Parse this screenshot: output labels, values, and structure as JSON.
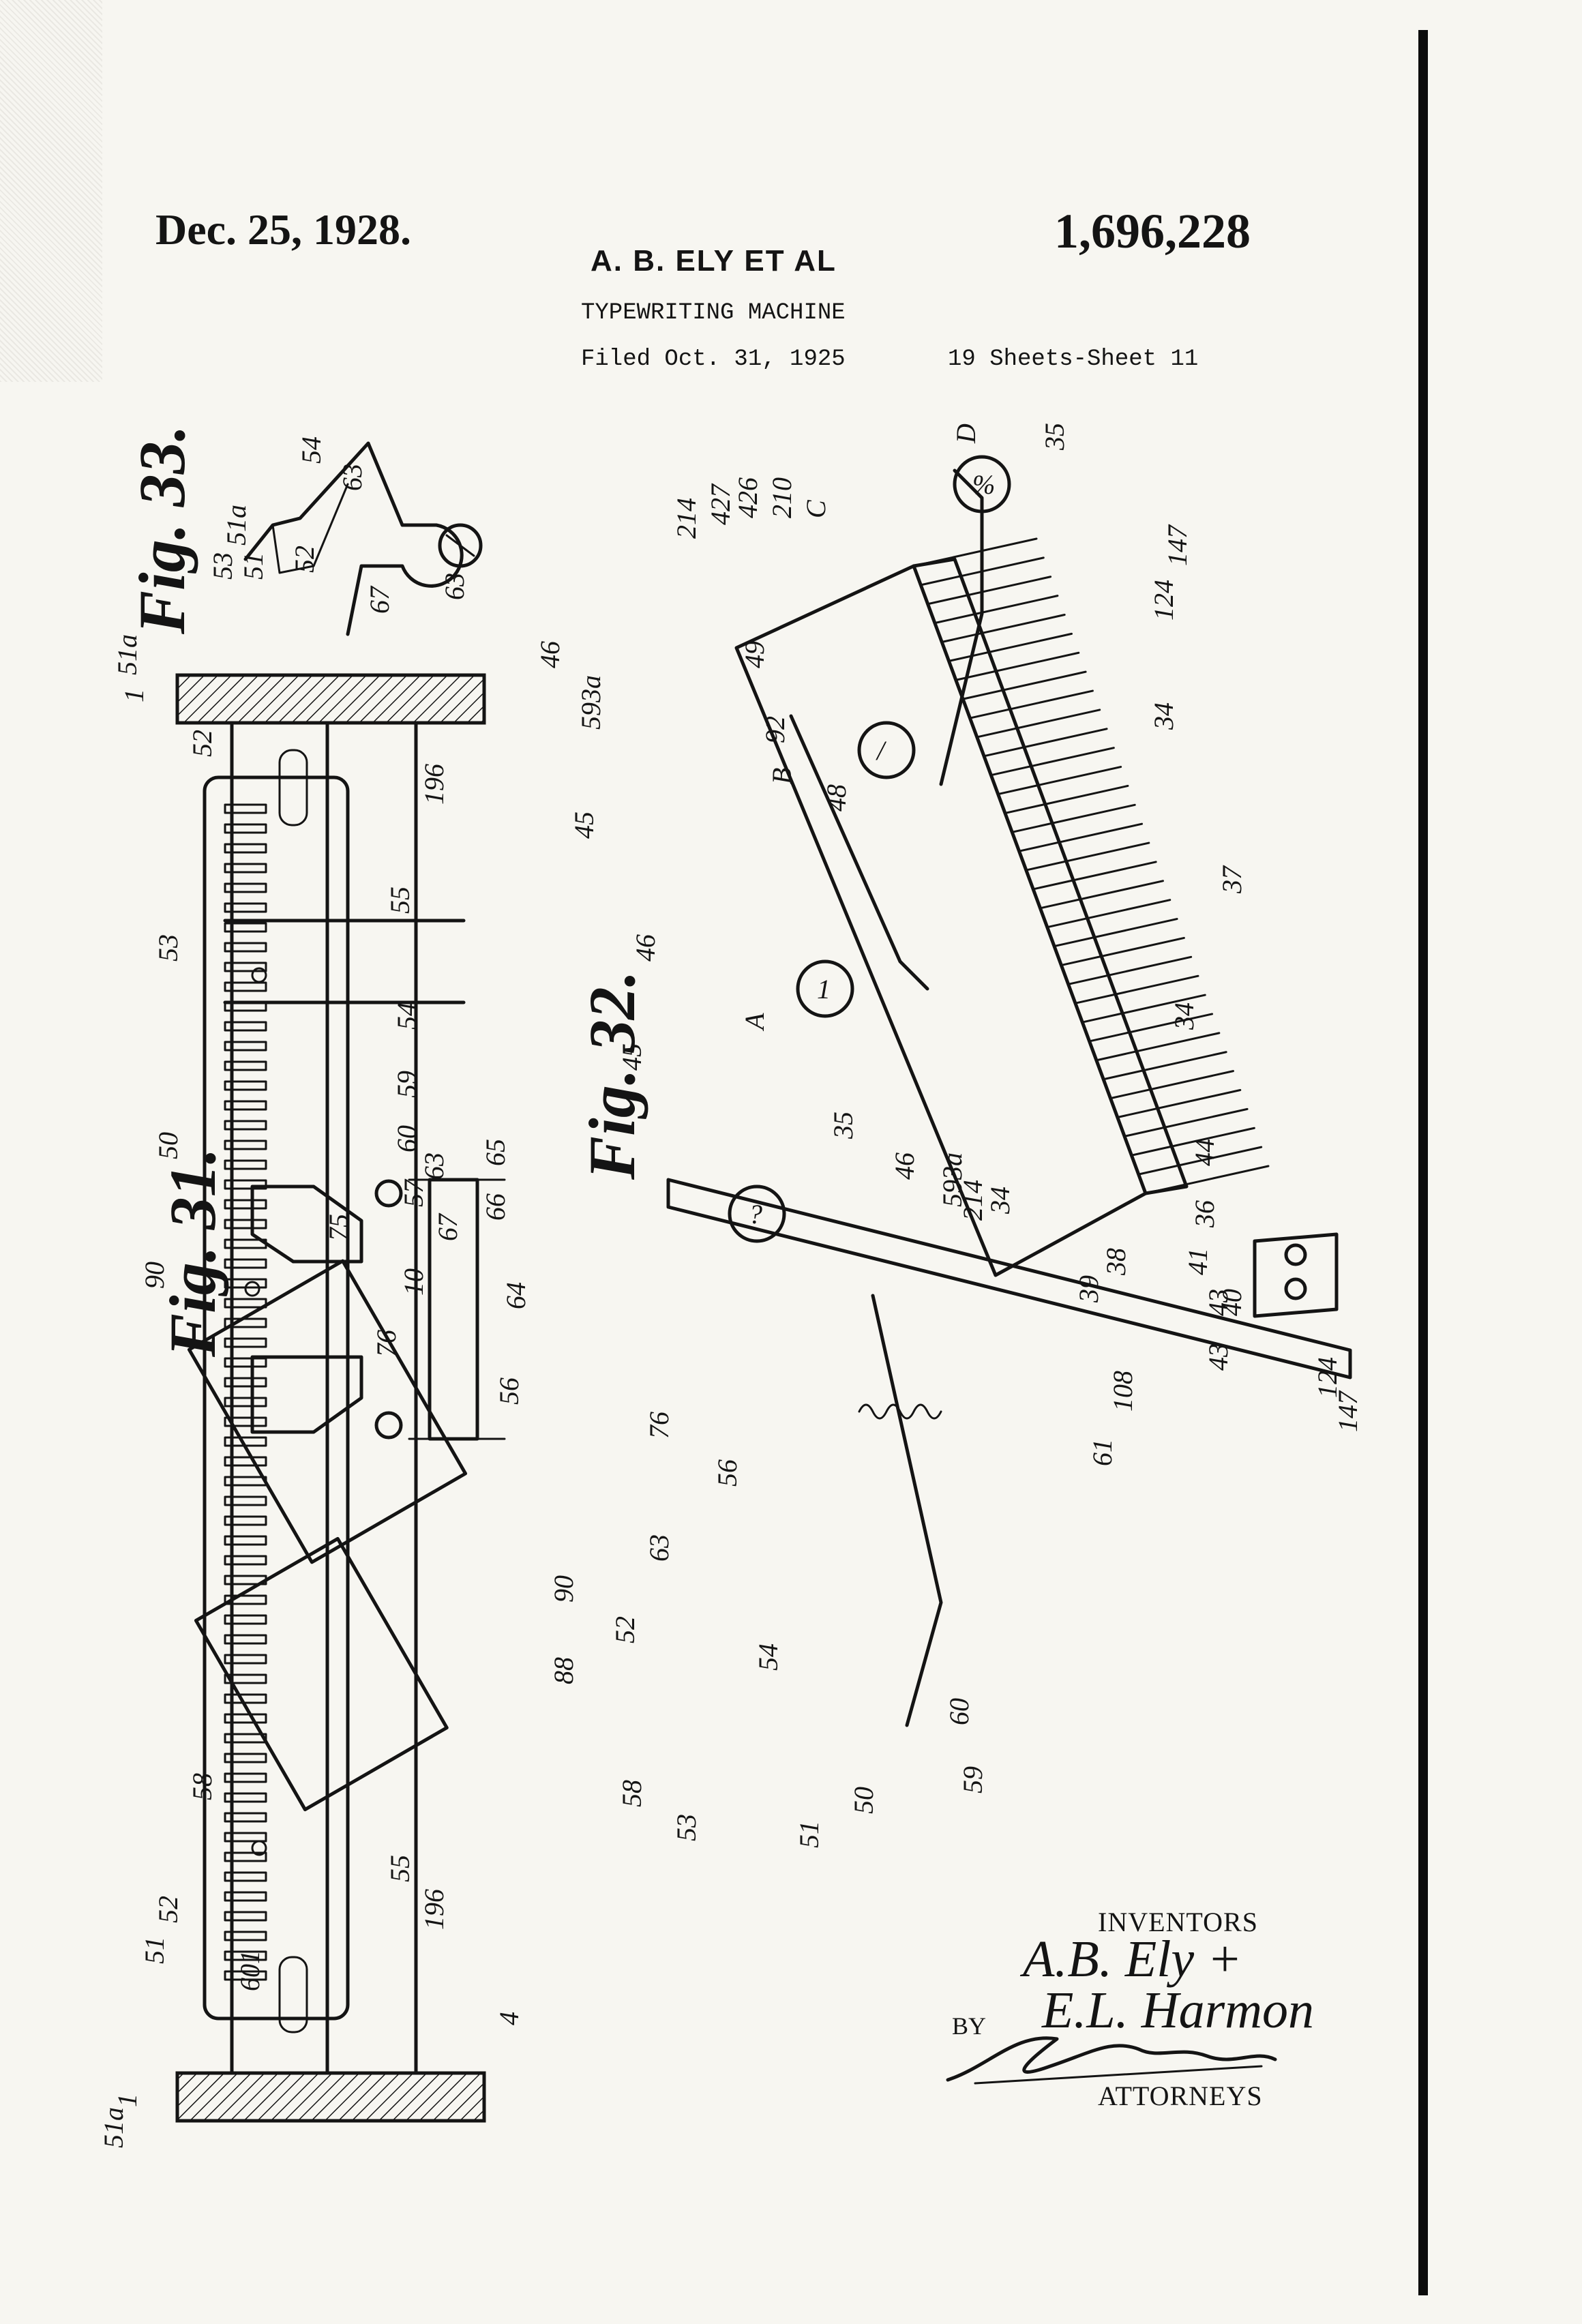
{
  "header": {
    "date": "Dec. 25, 1928.",
    "inventor": "A. B. ELY ET AL",
    "patent_number": "1,696,228",
    "title": "TYPEWRITING MACHINE",
    "filed": "Filed Oct. 31, 1925",
    "sheets": "19 Sheets-Sheet 11"
  },
  "figures": {
    "fig31": {
      "label": "Fig. 31.",
      "refs": [
        "1",
        "51a",
        "52",
        "196",
        "55",
        "53",
        "54",
        "59",
        "60",
        "50",
        "90",
        "75",
        "57",
        "63",
        "65",
        "66",
        "67",
        "64",
        "10",
        "76",
        "56",
        "58",
        "55",
        "52",
        "196",
        "51",
        "601",
        "1",
        "51a",
        "4"
      ]
    },
    "fig32": {
      "label": "Fig. 32.",
      "refs": [
        "D",
        "35",
        "214",
        "427",
        "426",
        "210",
        "C",
        "34",
        "46",
        "593a",
        "49",
        "92",
        "B",
        "48",
        "34",
        "45",
        "46",
        "44",
        "36",
        "45",
        "147",
        "124",
        "37",
        "A",
        "35",
        "46",
        "214",
        "593a",
        "34",
        "40",
        "39",
        "38",
        "41",
        "43",
        "43",
        "108",
        "61",
        "76",
        "56",
        "63",
        "90",
        "52",
        "88",
        "54",
        "58",
        "53",
        "60",
        "59",
        "50",
        "51",
        "124",
        "147"
      ],
      "key_symbols": [
        "%",
        "/",
        "1",
        "?"
      ]
    },
    "fig33": {
      "label": "Fig. 33.",
      "refs": [
        "54",
        "53",
        "51a",
        "51",
        "52",
        "63",
        "63",
        "67"
      ]
    }
  },
  "signature": {
    "inventors_label": "INVENTORS",
    "inventor_1": "A.B. Ely +",
    "inventor_2": "E.L. Harmon",
    "by": "BY",
    "attorneys_label": "ATTORNEYS",
    "attorney_signature": "Davis & Davis"
  }
}
